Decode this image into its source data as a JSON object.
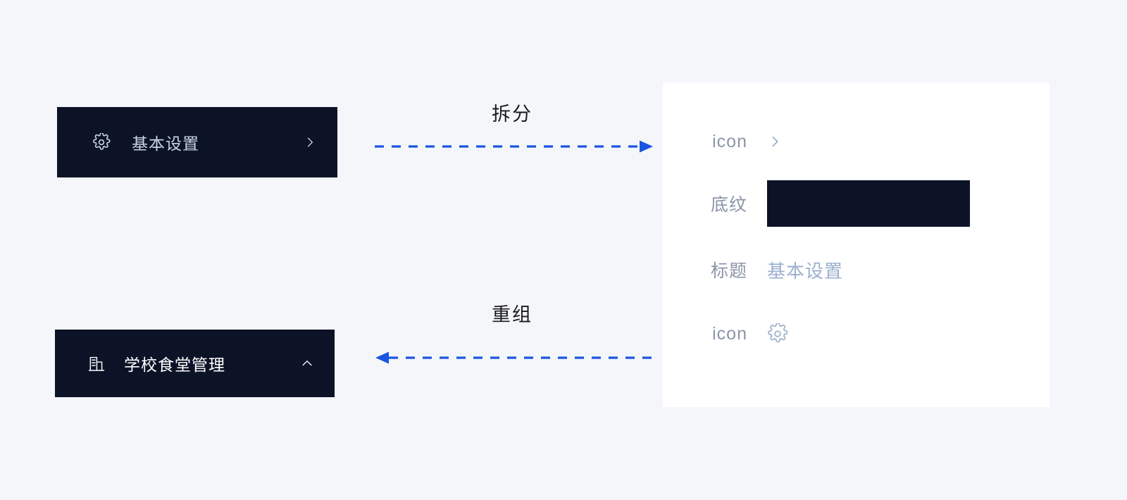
{
  "page": {
    "background_color": "#f4f6fa",
    "accent_color": "#1a55e0",
    "dark_color": "#0c1327"
  },
  "menu_cards": [
    {
      "id": "basic-settings",
      "label": "基本设置",
      "icon": "gear-icon",
      "chevron": "chevron-right-icon",
      "background_color": "#0c1327",
      "label_color": "#c9d4e4"
    },
    {
      "id": "canteen",
      "label": "学校食堂管理",
      "icon": "building-icon",
      "chevron": "chevron-up-icon",
      "background_color": "#0c1327",
      "label_color": "#ffffff"
    }
  ],
  "annotations": [
    {
      "id": "split",
      "label": "拆分",
      "direction": "right",
      "line_style": "dashed",
      "color": "#1a55e0"
    },
    {
      "id": "regroup",
      "label": "重组",
      "direction": "left",
      "line_style": "dashed",
      "color": "#1a55e0"
    }
  ],
  "spec_panel": {
    "background_color": "#ffffff",
    "rows": [
      {
        "id": "icon-chevron",
        "key": "icon",
        "value_type": "icon",
        "icon": "chevron-right-icon",
        "icon_color": "#93aacd"
      },
      {
        "id": "shade",
        "key": "底纹",
        "value_type": "swatch",
        "swatch_color": "#0c1327"
      },
      {
        "id": "title",
        "key": "标题",
        "value_type": "text",
        "value": "基本设置",
        "value_color": "#9bb0cd"
      },
      {
        "id": "icon-gear",
        "key": "icon",
        "value_type": "icon",
        "icon": "gear-icon",
        "icon_color": "#a3b4cc"
      }
    ]
  }
}
